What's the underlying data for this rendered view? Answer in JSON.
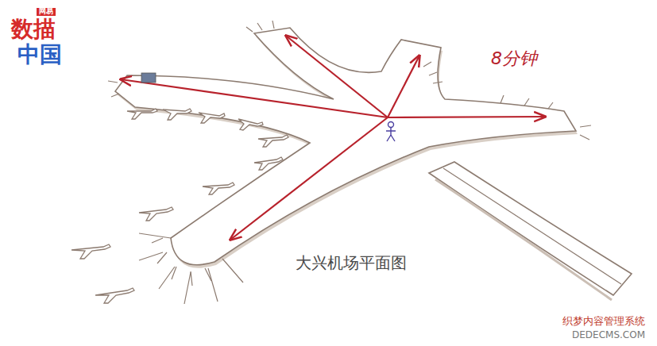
{
  "diagram": {
    "labels": [
      "网易",
      "数描",
      "中国",
      "8分钟",
      "大兴机场平面图",
      "织梦内容管理系统",
      "DEDECMS.COM"
    ]
  }
}
